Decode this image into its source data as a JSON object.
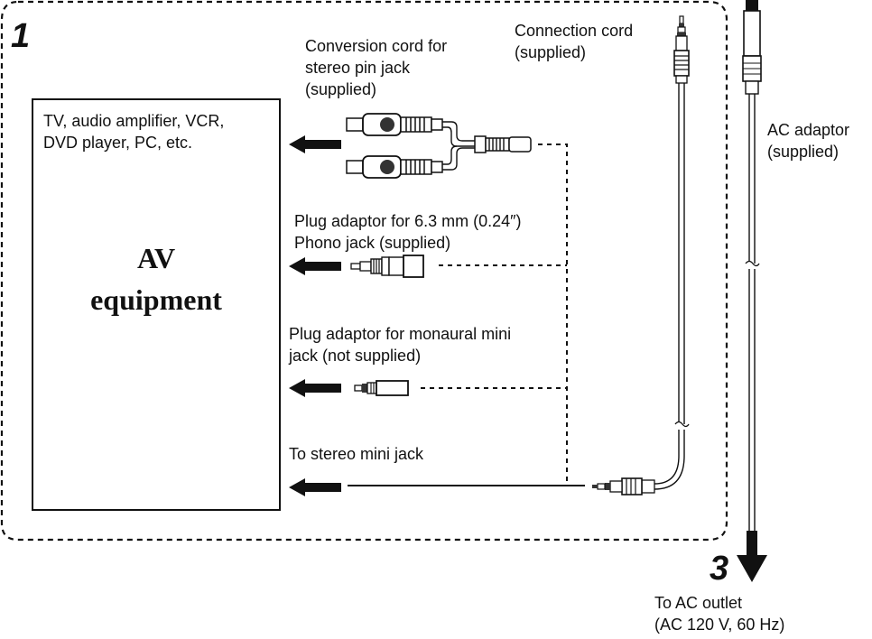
{
  "steps": {
    "connect": "1",
    "power": "3"
  },
  "av_box": {
    "devices_line1": "TV, audio amplifier, VCR,",
    "devices_line2": "DVD player, PC, etc.",
    "title_line1": "AV",
    "title_line2": "equipment"
  },
  "labels": {
    "conversion_cord": [
      "Conversion cord for",
      "stereo pin jack",
      "(supplied)"
    ],
    "connection_cord": [
      "Connection cord",
      "(supplied)"
    ],
    "phono_adaptor": [
      "Plug adaptor for 6.3 mm (0.24″)",
      "Phono jack (supplied)"
    ],
    "mono_adaptor": [
      "Plug adaptor for monaural mini",
      "jack (not supplied)"
    ],
    "stereo_mini": "To stereo mini jack",
    "ac_adaptor": [
      "AC adaptor",
      "(supplied)"
    ],
    "ac_outlet": [
      "To AC outlet",
      "(AC 120 V, 60 Hz)"
    ]
  },
  "colors": {
    "line": "#111111",
    "background": "#ffffff",
    "plug_fill": "#ffffff"
  }
}
